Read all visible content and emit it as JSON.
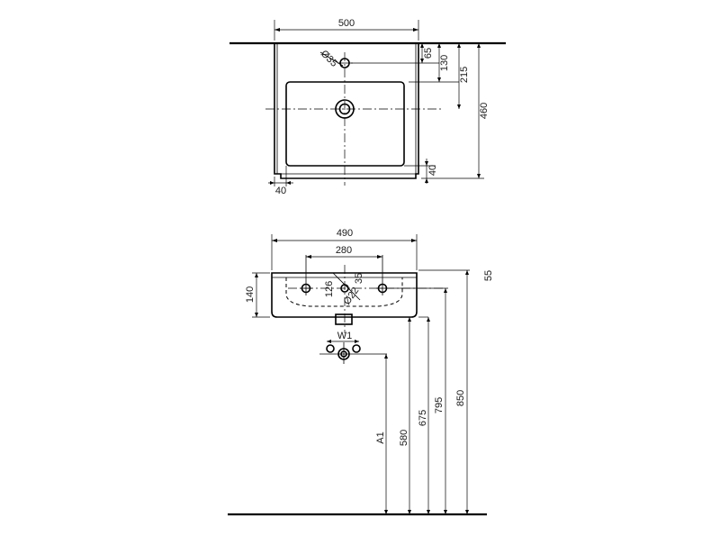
{
  "top_view": {
    "width": "500",
    "tap_hole_diameter": "Ø35",
    "dim_65": "65",
    "dim_130": "130",
    "dim_215": "215",
    "depth": "460",
    "dim_40_right": "40",
    "dim_40_left": "40"
  },
  "front_view": {
    "width": "490",
    "hole_spacing": "280",
    "dim_35": "35",
    "dim_126": "126",
    "drain_diameter": "Ø22",
    "height": "140",
    "top_thickness": "55",
    "valve_label": "W1",
    "dim_A1": "A1",
    "dim_580": "580",
    "dim_675": "675",
    "dim_795": "795",
    "dim_850": "850"
  }
}
